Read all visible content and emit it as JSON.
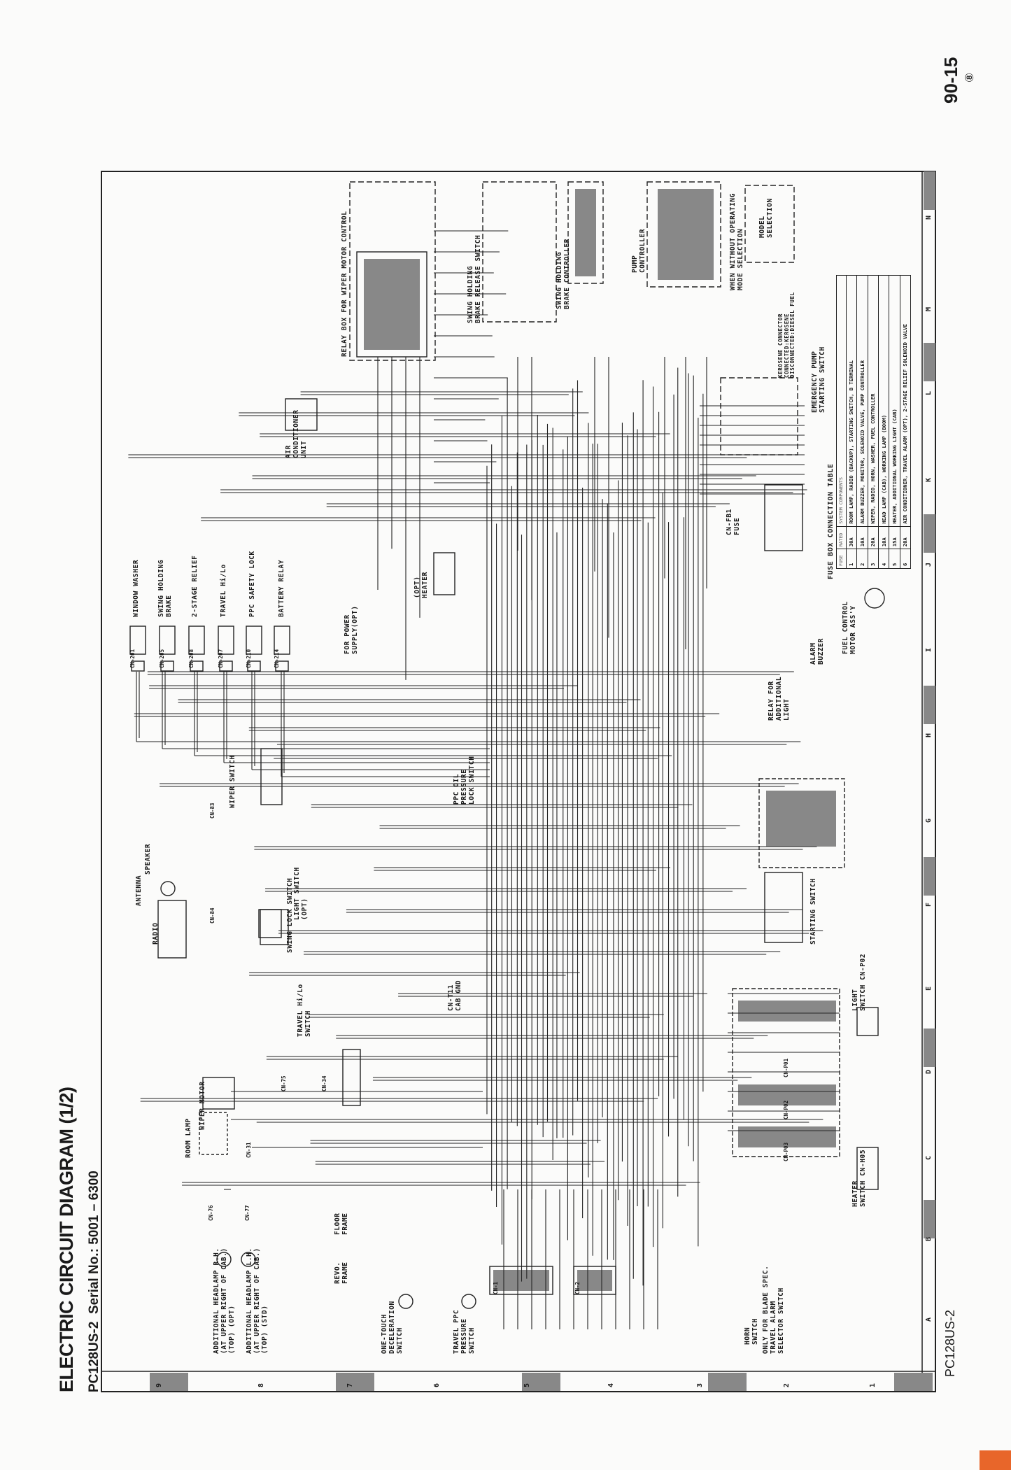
{
  "header": {
    "title": "ELECTRIC CIRCUIT DIAGRAM (1/2)",
    "subtitle": "PC128US-2  Serial No.: 5001 – 6300",
    "page_number": "90-15",
    "page_mark": "⑧"
  },
  "footer": {
    "model": "PC128US-2"
  },
  "grid": {
    "letters": [
      "A",
      "B",
      "C",
      "D",
      "E",
      "F",
      "G",
      "H",
      "I",
      "J",
      "K",
      "L",
      "M",
      "N"
    ],
    "numbers": [
      "9",
      "8",
      "7",
      "6",
      "5",
      "4",
      "3",
      "2",
      "1"
    ]
  },
  "labels": {
    "window_washer": "WINDOW WASHER",
    "swing_holding_brake": "SWING HOLDING\nBRAKE",
    "two_stage_relief": "2-STAGE RELIEF",
    "travel_hilo": "TRAVEL Hi/Lo",
    "ppc_safety_lock": "PPC SAFETY LOCK",
    "battery_relay": "BATTERY RELAY",
    "relay_box": "RELAY BOX FOR WIPER MOTOR CONTROL",
    "swing_release_switch": "SWING HOLDING\nBRAKE RELEASE SWITCH",
    "swing_brake_controller": "SWING HOLDING\nBRAKE CONTROLLER",
    "pump_controller": "PUMP\nCONTROLLER",
    "mode_selection": "WHEN WITHOUT OPERATING\nMODE SELECTION",
    "model_selection": "MODEL\nSELECTION",
    "kerosene_connector": "KEROSENE CONNECTOR\nCONNECTED:KEROSENE\nDISCONNECTED:DIESEL FUEL",
    "emergency_pump": "EMERGENCY PUMP\nSTARTING SWITCH",
    "air_conditioner": "AIR\nCONDITIONER\nUNIT",
    "fuse": "CN-FB1\nFUSE",
    "heater": "(OPT)\nHEATER",
    "power_supply": "FOR POWER\nSUPPLY(OPT)",
    "fuel_control": "FUEL CONTROL\nMOTOR ASS'Y",
    "alarm_buzzer": "ALARM\nBUZZER",
    "relay_light": "RELAY FOR\nADDITIONAL\nLIGHT",
    "wiper_switch": "WIPER SWITCH",
    "ppc_oil_switch": "PPC OIL\nPRESSURE\nLOCK SWITCH",
    "antenna": "ANTENNA",
    "speaker": "SPEAKER",
    "radio": "RADIO",
    "light_switch_opt": "LIGHT SWITCH\n(OPT)",
    "swing_lock_switch": "SWING LOCK SWITCH",
    "travel_switch": "TRAVEL Hi/Lo\nSWITCH",
    "cab_gnd": "CN-T11\nCAB GND",
    "starting_switch": "STARTING SWITCH",
    "light_switch": "LIGHT\nSWITCH CN-P02",
    "heater_switch": "HEATER\nSWITCH CN-H05",
    "wiper_motor": "WIPER MOTOR",
    "room_lamp": "ROOM LAMP",
    "headlamp_rh": "ADDITIONAL HEADLAMP R.H.\n(AT UPPER RIGHT OF CAB.)\n(TOP) (OPT)",
    "headlamp_lh": "ADDITIONAL HEADLAMP L.H.\n(AT UPPER RIGHT OF CAB.)\n(TOP) (STD)",
    "revo_frame": "REVO.\nFRAME",
    "floor_frame": "FLOOR\nFRAME",
    "one_touch": "ONE-TOUCH\nDECELERATION\nSWITCH",
    "travel_ppc": "TRAVEL PPC\nPRESSURE\nSWITCH",
    "horn_switch": "HORN\nSWITCH",
    "travel_alarm": "ONLY FOR BLADE SPEC.\nTRAVEL ALARM\nSELECTOR SWITCH",
    "fuse_table_title": "FUSE BOX CONNECTION TABLE"
  },
  "connectors": {
    "cn201": "CN-201",
    "cn205": "CN-205",
    "cn208": "CN-208",
    "cn207": "CN-207",
    "cn210": "CN-210",
    "cn214": "CN-214",
    "cn75": "CN-75",
    "cn34": "CN-34",
    "cn31": "CN-31",
    "cn76": "CN-76",
    "cn77": "CN-77",
    "cn1": "CN-1",
    "cn2": "CN-2",
    "p01": "CN-P01",
    "p02": "CN-P02",
    "p03": "CN-P03",
    "cn83": "CN-83",
    "cn84": "CN-84"
  },
  "fuse_table": {
    "headers": [
      "FUSE",
      "RATED",
      "SYSTEM COMPONENTS"
    ],
    "rows": [
      {
        "no": "1",
        "rating": "30A",
        "components": "ROOM LAMP, RADIO (BACKUP), STARTING SWITCH, B TERMINAL"
      },
      {
        "no": "2",
        "rating": "10A",
        "components": "ALARM BUZZER, MONITOR, SOLENOID VALVE, PUMP CONTROLLER"
      },
      {
        "no": "3",
        "rating": "20A",
        "components": "WIPER, RADIO, HORN, WASHER, FUEL CONTROLLER"
      },
      {
        "no": "4",
        "rating": "10A",
        "components": "HEAD LAMP (CAB), WORKING LAMP (BOOM)"
      },
      {
        "no": "5",
        "rating": "15A",
        "components": "HEATER, ADDITIONAL WORKING LIGHT (CAB)"
      },
      {
        "no": "6",
        "rating": "20A",
        "components": "AIR CONDITIONER, TRAVEL ALARM (OPT), 2-STAGE RELIEF SOLENOID VALVE"
      }
    ]
  }
}
